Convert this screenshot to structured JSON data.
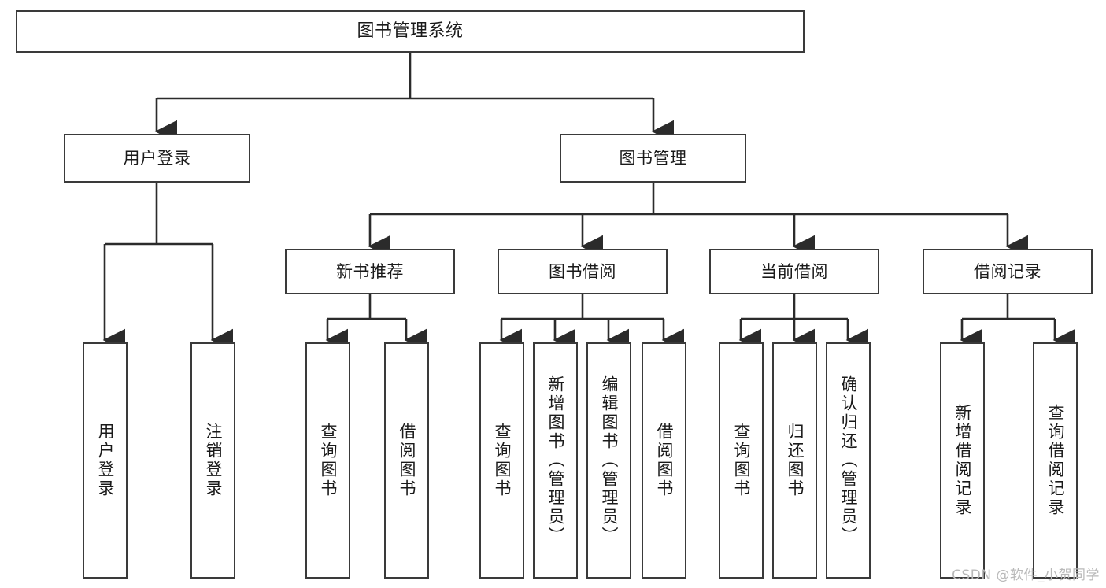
{
  "diagram": {
    "title": "图书管理系统",
    "type": "tree-hierarchy-chart",
    "orientation": "top-down",
    "theme": {
      "background": "#ffffff",
      "node_fill": "#ffffff",
      "node_border": "#3a3a3a",
      "connector": "#2b2b2b",
      "text": "#1a1a1a",
      "watermark": "#b9b9b9"
    }
  },
  "nodes": {
    "root": {
      "label": "图书管理系统"
    },
    "level2": [
      {
        "label": "用户登录"
      },
      {
        "label": "图书管理"
      }
    ],
    "level3": [
      {
        "label": "新书推荐"
      },
      {
        "label": "图书借阅"
      },
      {
        "label": "当前借阅"
      },
      {
        "label": "借阅记录"
      }
    ],
    "leaves": {
      "user_login": [
        {
          "label": "用户登录"
        },
        {
          "label": "注销登录"
        }
      ],
      "new_book_recommend": [
        {
          "label": "查询图书"
        },
        {
          "label": "借阅图书"
        }
      ],
      "book_borrow": [
        {
          "label": "查询图书"
        },
        {
          "label": "新增图书（管理员）"
        },
        {
          "label": "编辑图书（管理员）"
        },
        {
          "label": "借阅图书"
        }
      ],
      "current_borrow": [
        {
          "label": "查询图书"
        },
        {
          "label": "归还图书"
        },
        {
          "label": "确认归还（管理员）"
        }
      ],
      "borrow_record": [
        {
          "label": "新增借阅记录"
        },
        {
          "label": "查询借阅记录"
        }
      ]
    }
  },
  "watermark": {
    "text": "CSDN @软件_小贺同学"
  }
}
